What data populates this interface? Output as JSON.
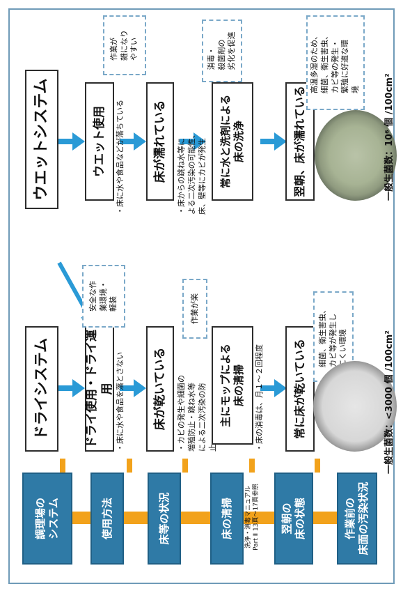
{
  "categories": [
    {
      "label": "調理場の\nシステム"
    },
    {
      "label": "使用方法"
    },
    {
      "label": "床等の状況"
    },
    {
      "label": "床の清掃"
    },
    {
      "label": "翌朝の\n床の状態"
    },
    {
      "label": "作業前の\n床面の汚染状況"
    }
  ],
  "cleaning_note": "洗浄・消毒マニュアル\nPart Ⅱ 13頁～17頁参照",
  "top_system": "ウエットシステム",
  "dry": {
    "system": "ドライシステム",
    "usage": "ドライ使用・ドライ運用",
    "usage_note": "・床に水や食品を落とさない",
    "usage_bubble": "安全な作\n業環境・\n軽装",
    "floor": "床が乾いている",
    "floor_note": "・カビの発生や細菌の\n増殖防止・跳ね水等\nによる二次汚染の防\n止",
    "clean_bubble": "作業が楽",
    "clean": "主にモップによる\n床の清掃",
    "clean_note": "・床の消毒は、月１～２回程度",
    "morning": "常に床が乾いている",
    "morning_bubble": "細菌、衛生害虫、\nカビ等が発生し\nにくい環境",
    "count_text": "一般生菌数：<3000 個 /100cm²"
  },
  "wet": {
    "usage": "ウエット使用",
    "usage_note": "・床に水や食品などが落ちている",
    "usage_bubble": "作業が\n雑になり\nやすい",
    "floor": "床が濡れている",
    "floor_note": "・床からの跳ね水等に\nよる二次汚染の可能性、\n床、壁等にカビが発生",
    "clean_bubble": "消毒・\n殺菌剤の\n劣化を促進",
    "clean": "常に水と洗剤による\n床の洗浄",
    "morning": "翌朝、床が濡れている",
    "morning_bubble": "高温多湿のため、\n細菌、衛生害虫、\nカビ等の発生・\n繁殖に好適な環\n境",
    "count_text": "一般生菌数：10⁶ 個 /100cm²"
  }
}
